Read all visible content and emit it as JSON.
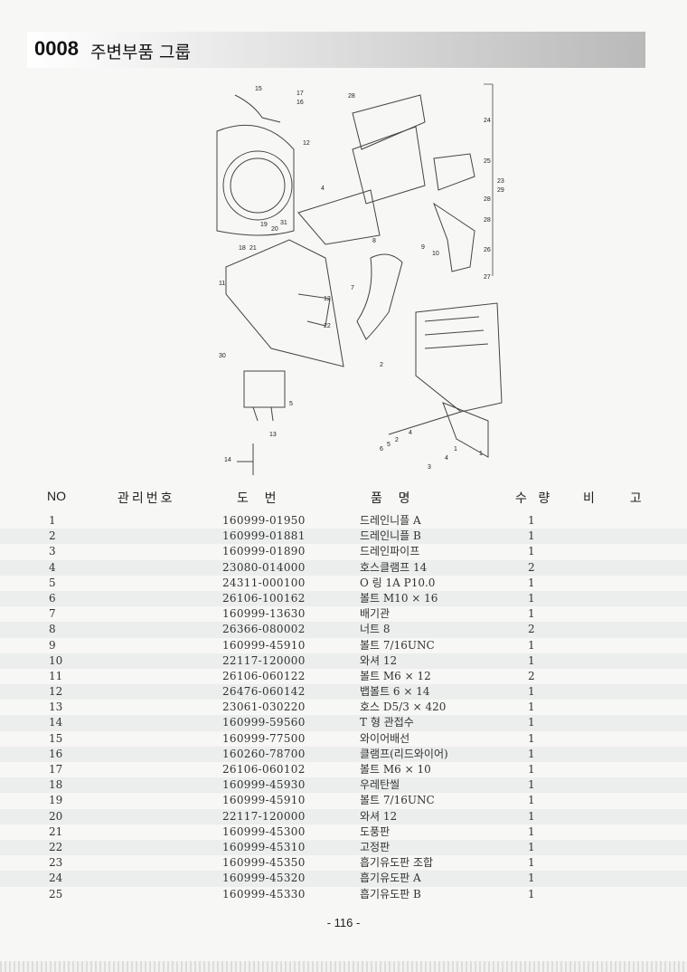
{
  "header": {
    "code": "0008",
    "title": "주변부품 그룹"
  },
  "diagram": {
    "callouts": [
      "15",
      "17",
      "16",
      "12",
      "28",
      "24",
      "25",
      "23",
      "29",
      "28",
      "28",
      "26",
      "27",
      "4",
      "19",
      "20",
      "31",
      "18",
      "21",
      "8",
      "9",
      "10",
      "11",
      "7",
      "12",
      "22",
      "30",
      "2",
      "5",
      "13",
      "14",
      "1",
      "6",
      "5",
      "2",
      "4",
      "3",
      "4",
      "1"
    ]
  },
  "table": {
    "headers": {
      "no": "NO",
      "mgmt": "관리번호",
      "drawing": "도    번",
      "name": "품    명",
      "qty": "수 량",
      "remark": "비  고"
    },
    "rows": [
      {
        "no": "1",
        "part": "160999-01950",
        "name": "드레인니플 A",
        "qty": "1"
      },
      {
        "no": "2",
        "part": "160999-01881",
        "name": "드레인니플 B",
        "qty": "1"
      },
      {
        "no": "3",
        "part": "160999-01890",
        "name": "드레인파이프",
        "qty": "1"
      },
      {
        "no": "4",
        "part": "23080-014000",
        "name": "호스클램프 14",
        "qty": "2"
      },
      {
        "no": "5",
        "part": "24311-000100",
        "name": "O 링 1A P10.0",
        "qty": "1"
      },
      {
        "no": "6",
        "part": "26106-100162",
        "name": "볼트 M10 × 16",
        "qty": "1"
      },
      {
        "no": "7",
        "part": "160999-13630",
        "name": "배기관",
        "qty": "1"
      },
      {
        "no": "8",
        "part": "26366-080002",
        "name": "너트 8",
        "qty": "2"
      },
      {
        "no": "9",
        "part": "160999-45910",
        "name": "볼트 7/16UNC",
        "qty": "1"
      },
      {
        "no": "10",
        "part": "22117-120000",
        "name": "와셔 12",
        "qty": "1"
      },
      {
        "no": "11",
        "part": "26106-060122",
        "name": "볼트 M6 × 12",
        "qty": "2"
      },
      {
        "no": "12",
        "part": "26476-060142",
        "name": "뱁볼트 6 × 14",
        "qty": "1"
      },
      {
        "no": "13",
        "part": "23061-030220",
        "name": "호스 D5/3 × 420",
        "qty": "1"
      },
      {
        "no": "14",
        "part": "160999-59560",
        "name": "T 형 관접수",
        "qty": "1"
      },
      {
        "no": "15",
        "part": "160999-77500",
        "name": "와이어배선",
        "qty": "1"
      },
      {
        "no": "16",
        "part": "160260-78700",
        "name": "클램프(리드와이어)",
        "qty": "1"
      },
      {
        "no": "17",
        "part": "26106-060102",
        "name": "볼트 M6 × 10",
        "qty": "1"
      },
      {
        "no": "18",
        "part": "160999-45930",
        "name": "우레탄씰",
        "qty": "1"
      },
      {
        "no": "19",
        "part": "160999-45910",
        "name": "볼트 7/16UNC",
        "qty": "1"
      },
      {
        "no": "20",
        "part": "22117-120000",
        "name": "와셔 12",
        "qty": "1"
      },
      {
        "no": "21",
        "part": "160999-45300",
        "name": "도풍판",
        "qty": "1"
      },
      {
        "no": "22",
        "part": "160999-45310",
        "name": "고정판",
        "qty": "1"
      },
      {
        "no": "23",
        "part": "160999-45350",
        "name": "흡기유도판 조합",
        "qty": "1"
      },
      {
        "no": "24",
        "part": "160999-45320",
        "name": "흡기유도판 A",
        "qty": "1"
      },
      {
        "no": "25",
        "part": "160999-45330",
        "name": "흡기유도판 B",
        "qty": "1"
      }
    ]
  },
  "footer": {
    "page": "- 116 -"
  }
}
